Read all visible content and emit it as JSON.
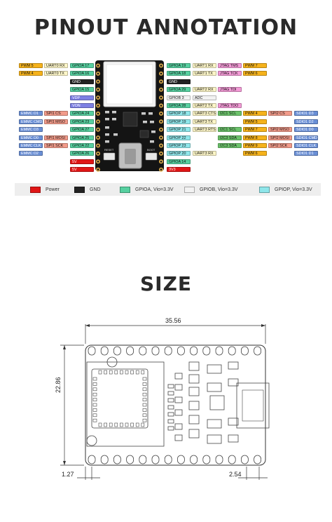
{
  "headings": {
    "pinout": "PINOUT ANNOTATION",
    "size": "SIZE"
  },
  "legend": [
    {
      "label": "Power",
      "color": "#e01616"
    },
    {
      "label": "GND",
      "color": "#222222"
    },
    {
      "label": "GPIOA, Vio=3.3V",
      "color": "#57d0a0"
    },
    {
      "label": "GPIOB, Vio=3.3V",
      "color": "#f2f2f2"
    },
    {
      "label": "GPIOP, Vio=3.3V",
      "color": "#8fe6ea"
    }
  ],
  "left_rows": [
    [
      "PWM 5",
      "UART0 RX",
      "GPIOA 17"
    ],
    [
      "PWM 4",
      "UART0 TX",
      "GPIOA 16"
    ],
    [
      "",
      "",
      "GND"
    ],
    [
      "",
      "",
      "GPIOA 15"
    ],
    [
      "",
      "",
      "VDP"
    ],
    [
      "",
      "",
      "VON"
    ],
    [
      "EMMC D1",
      "SPI1 CS",
      "GPIOA 24"
    ],
    [
      "EMMC CMD",
      "SPI1 MISO",
      "GPIOA 23"
    ],
    [
      "EMMC D3",
      "",
      "GPIOA 27"
    ],
    [
      "EMMC D0",
      "SPI1 MOSI",
      "GPIOA 25"
    ],
    [
      "EMMC CLK",
      "SPI1 SCK",
      "GPIOA 22"
    ],
    [
      "EMMC D2",
      "",
      "GPIOA 26"
    ],
    [
      "",
      "",
      "5V"
    ],
    [
      "",
      "",
      "5V"
    ]
  ],
  "right_rows": [
    [
      "GPIOA 19",
      "UART1 RX",
      "JTAG TMS",
      "PWM 7",
      ""
    ],
    [
      "GPIOA 18",
      "UART1 TX",
      "JTAG TCK",
      "PWM 6",
      ""
    ],
    [
      "GND",
      "",
      "",
      "",
      ""
    ],
    [
      "GPIOA 29",
      "UART2 RX",
      "JTAG TDI",
      "",
      ""
    ],
    [
      "GPIOB 3",
      "ADC",
      "",
      "",
      ""
    ],
    [
      "GPIOA 28",
      "UART2 TX",
      "JTAG TDO",
      "",
      ""
    ],
    [
      "GPIOP 18",
      "UART3 CTS",
      "I2C1 SCL",
      "PWM 4",
      "SPI2 CS",
      "SDIO1 D3"
    ],
    [
      "GPIOP 19",
      "UART3 TX",
      "",
      "PWM 5",
      "",
      "SDIO1 D2"
    ],
    [
      "GPIOP 21",
      "UART3 RTS",
      "I2C1 SCL",
      "PWM 7",
      "SPI2 MISO",
      "SDIO1 D0"
    ],
    [
      "GPIOP 22",
      "",
      "I2C3 SDA",
      "PWM 8",
      "SPI2 MOSI",
      "SDIO1 CMD"
    ],
    [
      "GPIOP 23",
      "",
      "I2C3 SDA",
      "PWM 9",
      "SPI2 SCK",
      "SDIO1 CLK"
    ],
    [
      "GPIOP 20",
      "UART3 RX",
      "",
      "PWM 6",
      "",
      "SDIO1 D1"
    ],
    [
      "GPIOA 14",
      "",
      "",
      "",
      "",
      ""
    ],
    [
      "3V3",
      "",
      "",
      "",
      "",
      ""
    ]
  ],
  "board_labels": {
    "reset": "RESET",
    "boot": "BOOT"
  },
  "dimensions": {
    "width": "35.56",
    "height": "22.86",
    "edge": "1.27",
    "pitch": "2.54"
  }
}
